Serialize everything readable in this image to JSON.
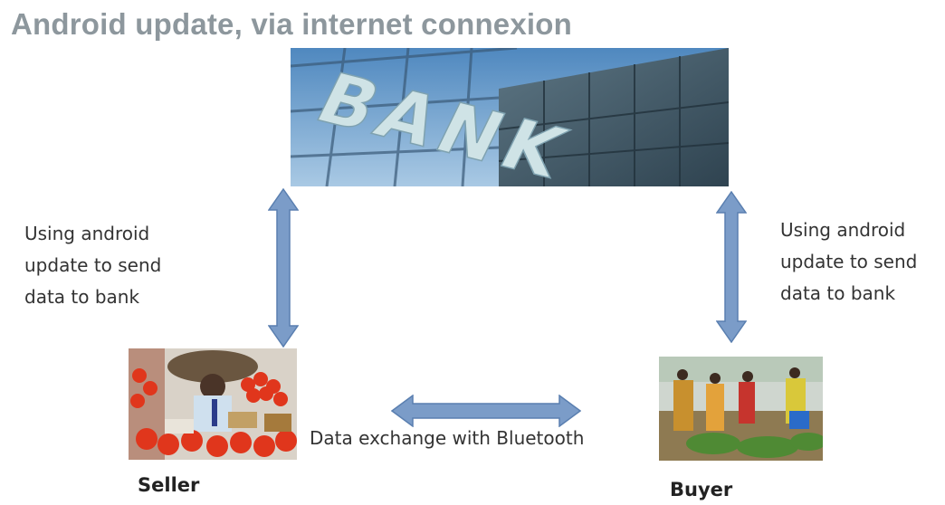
{
  "title": "Android update, via internet connexion",
  "bank": {
    "sign_text": "BANK"
  },
  "left_note": [
    "Using android",
    "update to send",
    "data to bank"
  ],
  "right_note": [
    "Using android",
    "update to send",
    "data to bank"
  ],
  "bluetooth_label": "Data exchange with Bluetooth",
  "seller_label": "Seller",
  "buyer_label": "Buyer",
  "colors": {
    "arrow_fill": "#7b9cc8",
    "arrow_stroke": "#5a7fb0",
    "title": "#8d979d",
    "sky": "#6e9ec6",
    "building_glass": "#3e5563"
  }
}
